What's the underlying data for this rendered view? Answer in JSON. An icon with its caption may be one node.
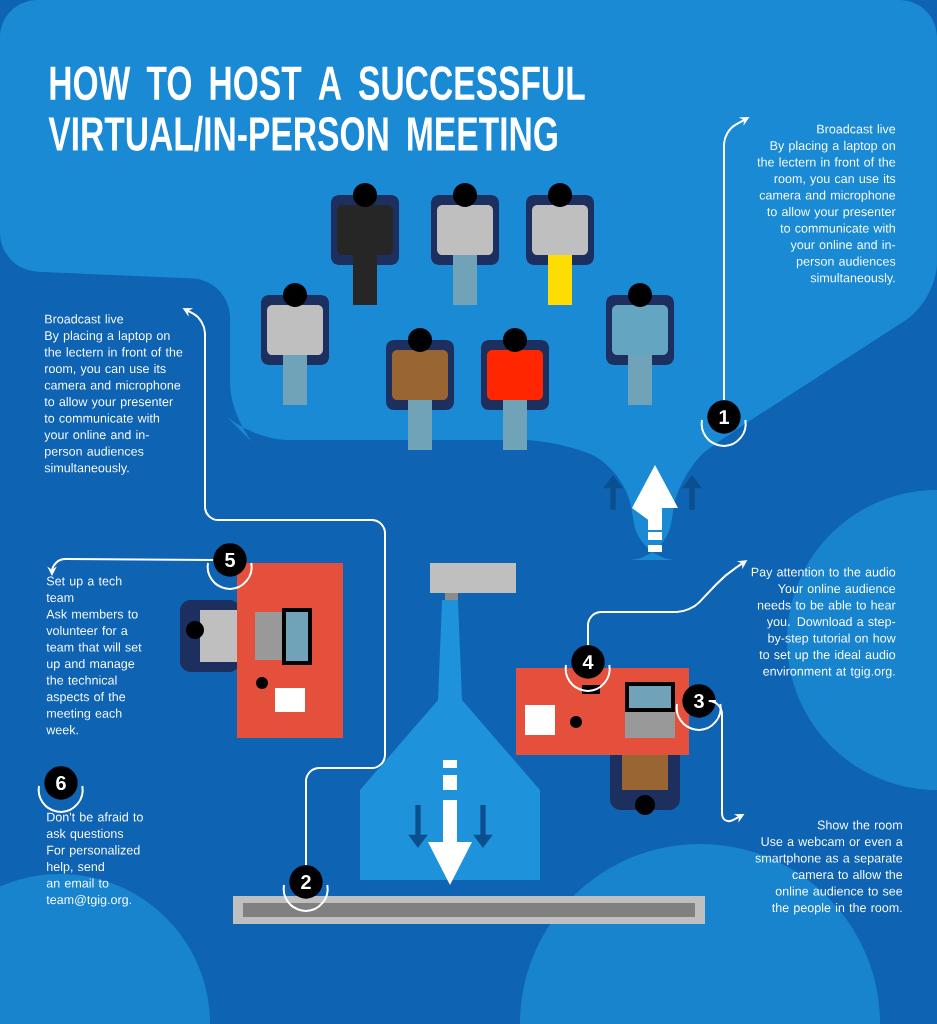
{
  "diagram": {
    "title": "HOW TO HOST A SUCCESSFUL VIRTUAL/IN-PERSON MEETING",
    "nodes": [
      {
        "text": [
          "Broadcast live",
          "By placing a laptop on the lectern in front of the room, you can use its camera and microphone to allow your presenter to communicate with your online and in-person audiences simultaneously."
        ]
      },
      {
        "text": [
          "1"
        ]
      },
      {
        "text": [
          "Broadcast live",
          "By placing a laptop on the lectern in front of the room, you can use its camera and microphone to allow your presenter to communicate with your online and in-person audiences simultaneously."
        ]
      },
      {
        "text": [
          "5"
        ]
      },
      {
        "text": [
          "Set up a tech team",
          "Ask members to volunteer for a team that will set up and manage the technical aspects of the meeting each week."
        ]
      },
      {
        "text": [
          "Pay attention to the audio",
          "Your online audience needs to be able to hear you. Download a step-by-step tutorial on how to set up the ideal audio environment at tgig.org."
        ]
      },
      {
        "text": [
          "4"
        ]
      },
      {
        "text": [
          "3"
        ]
      },
      {
        "text": [
          "2"
        ]
      },
      {
        "text": [
          "Show the room",
          "Use a webcam or even a smartphone as a separate camera to allow the online audience to see the people in the room."
        ]
      },
      {
        "text": [
          "6"
        ],
        "beside": [
          "Don't be afraid to ask questions",
          "For personalized help, send an email to team@tgig.org."
        ]
      }
    ],
    "edges": [
      {
        "from": 1,
        "to": 0,
        "arrow": "to"
      },
      {
        "from": 8,
        "to": 2,
        "arrow": "to"
      },
      {
        "from": 3,
        "to": 4,
        "arrow": "to"
      },
      {
        "from": 6,
        "to": 5,
        "arrow": "to"
      },
      {
        "from": 7,
        "to": 9,
        "arrow": "to"
      }
    ]
  }
}
